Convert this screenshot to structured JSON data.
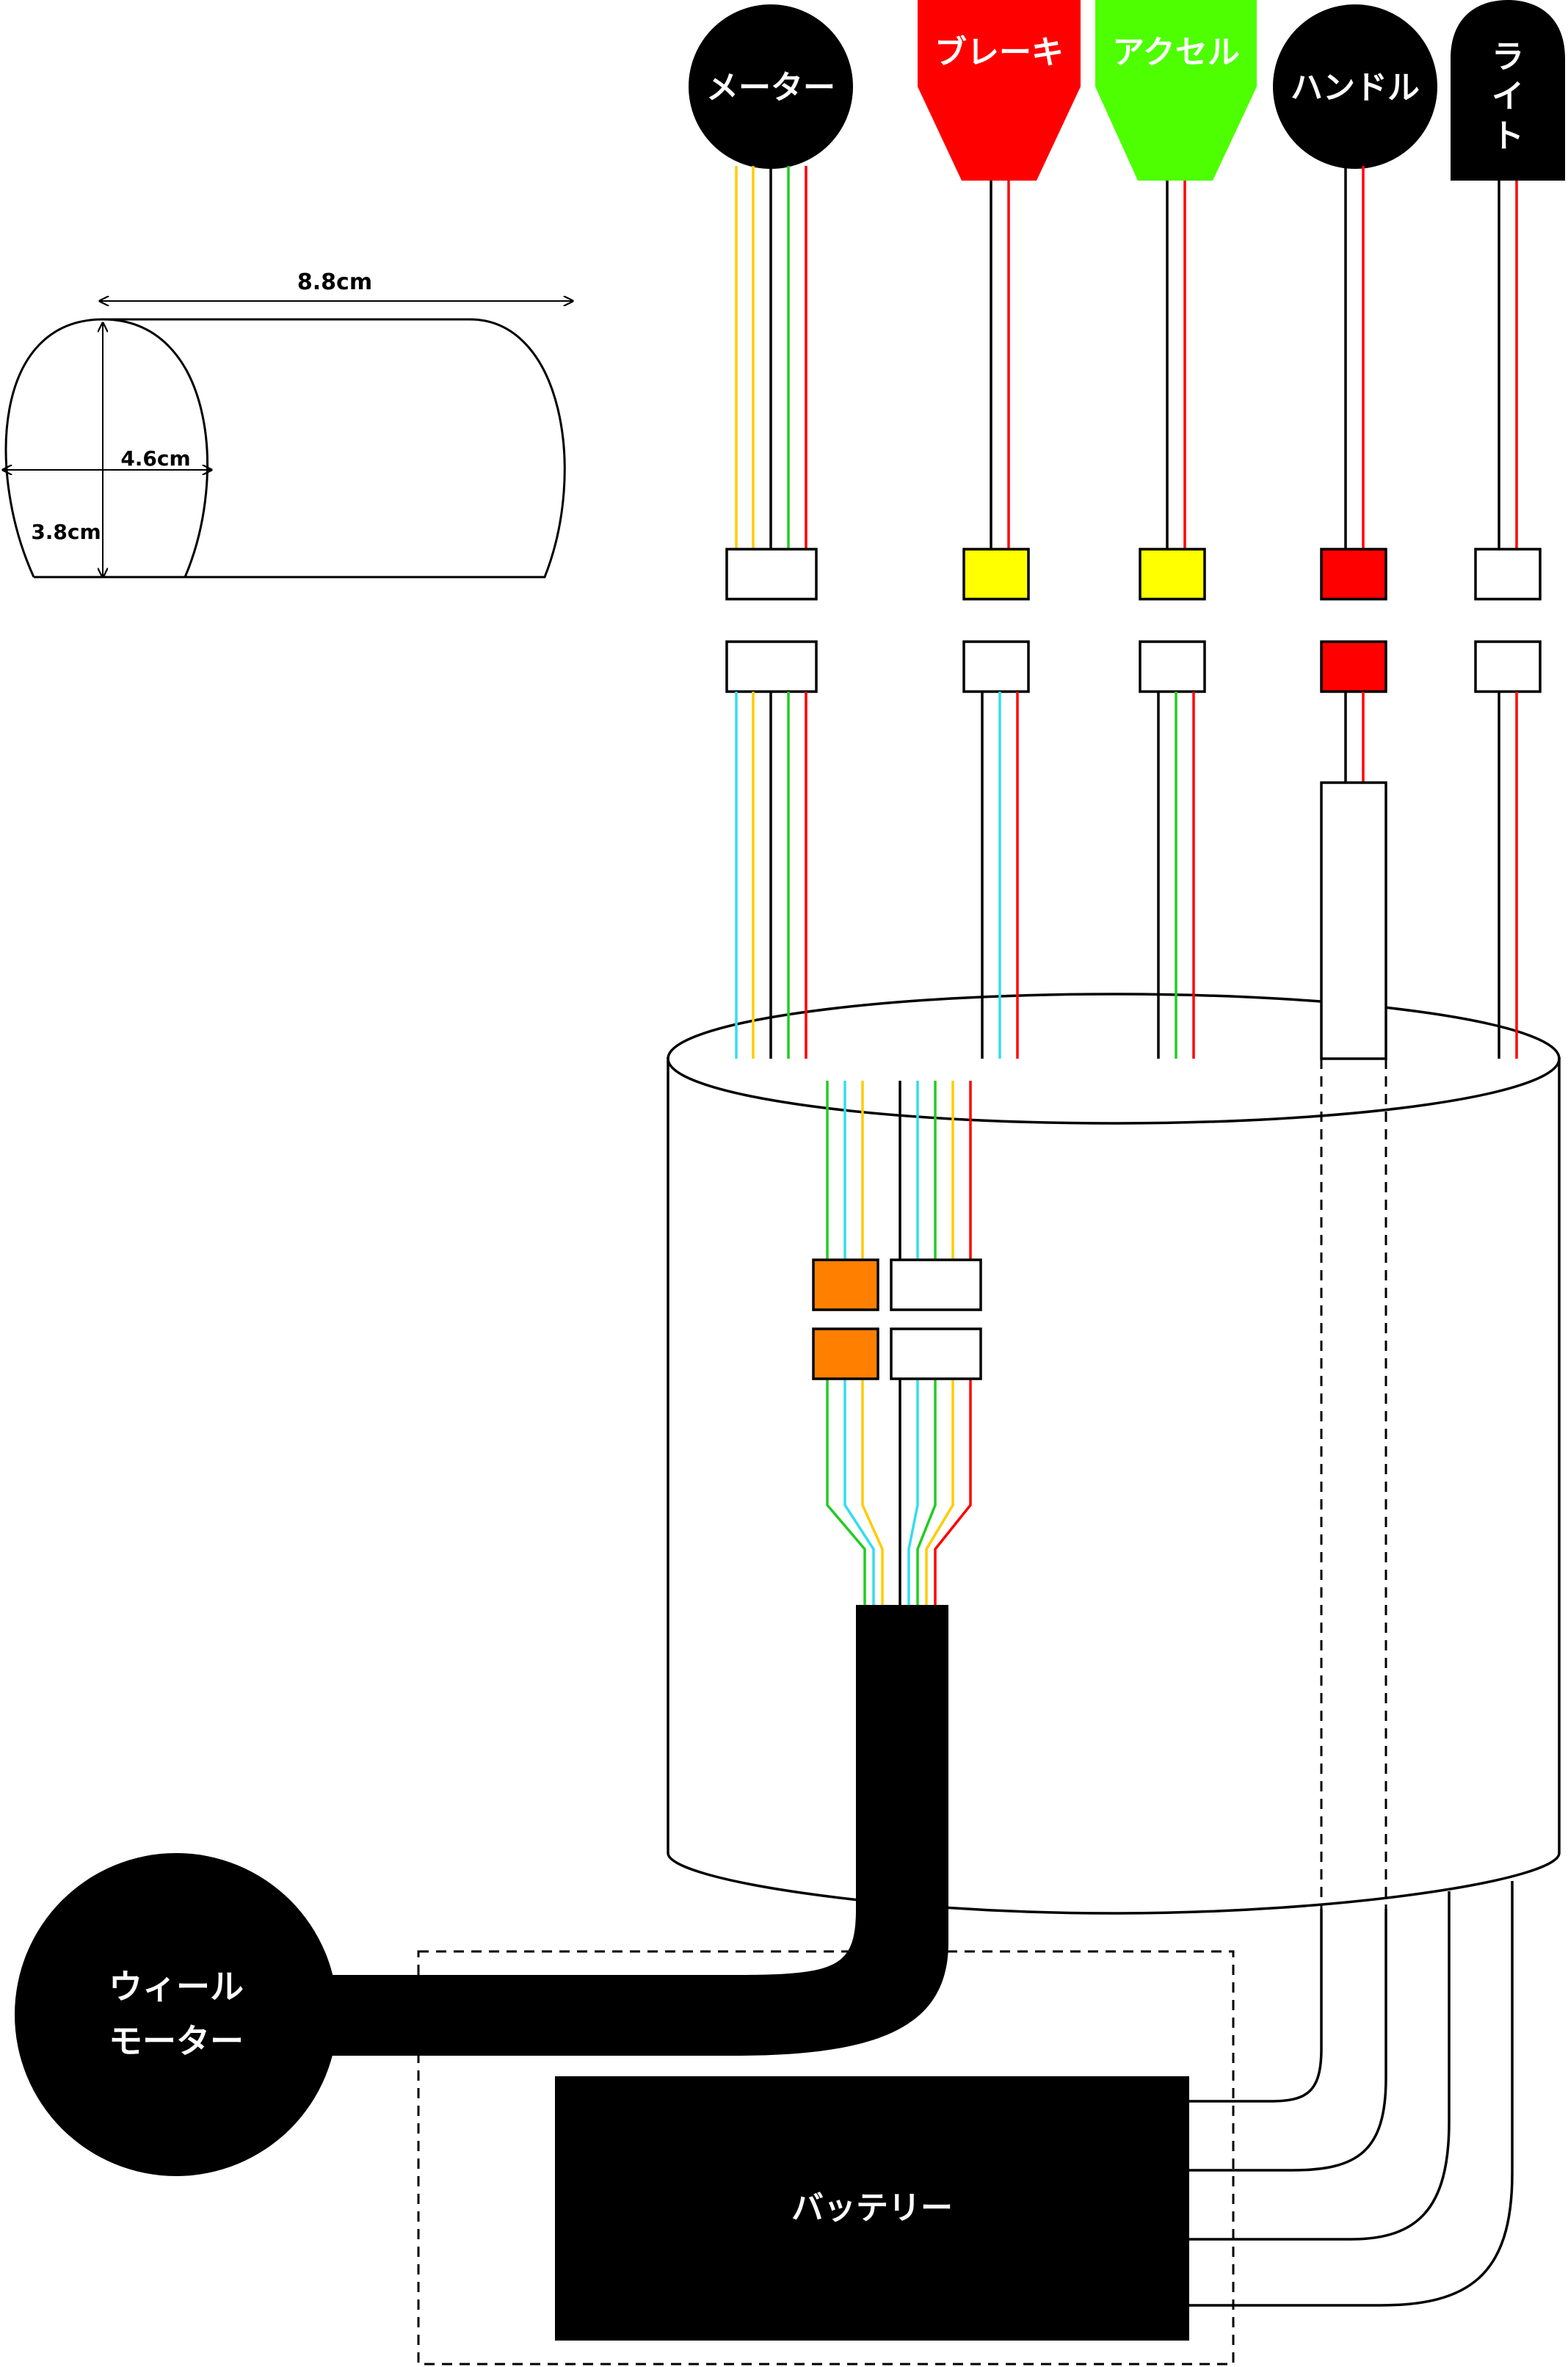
{
  "dimensions": {
    "length": "8.8cm",
    "diameter_outer": "4.6cm",
    "diameter_inner": "3.8cm"
  },
  "components": {
    "meter": "メーター",
    "brake": "ブレーキ",
    "accel": "アクセル",
    "handle": "ハンドル",
    "light_line1": "ラ",
    "light_line2": "イ",
    "light_line3": "ト",
    "wheel_motor_line1": "ウィール",
    "wheel_motor_line2": "モーター",
    "battery": "バッテリー"
  },
  "colors": {
    "brake": "#ff0000",
    "accel": "#4dff00",
    "connector_yellow": "#ffff00",
    "connector_red": "#ff0000",
    "connector_orange": "#ff8000",
    "wire_yellow": "#ffcc00",
    "wire_cyan": "#33ddee",
    "wire_green": "#22cc22",
    "wire_red": "#ff0000",
    "wire_black": "#000000"
  }
}
